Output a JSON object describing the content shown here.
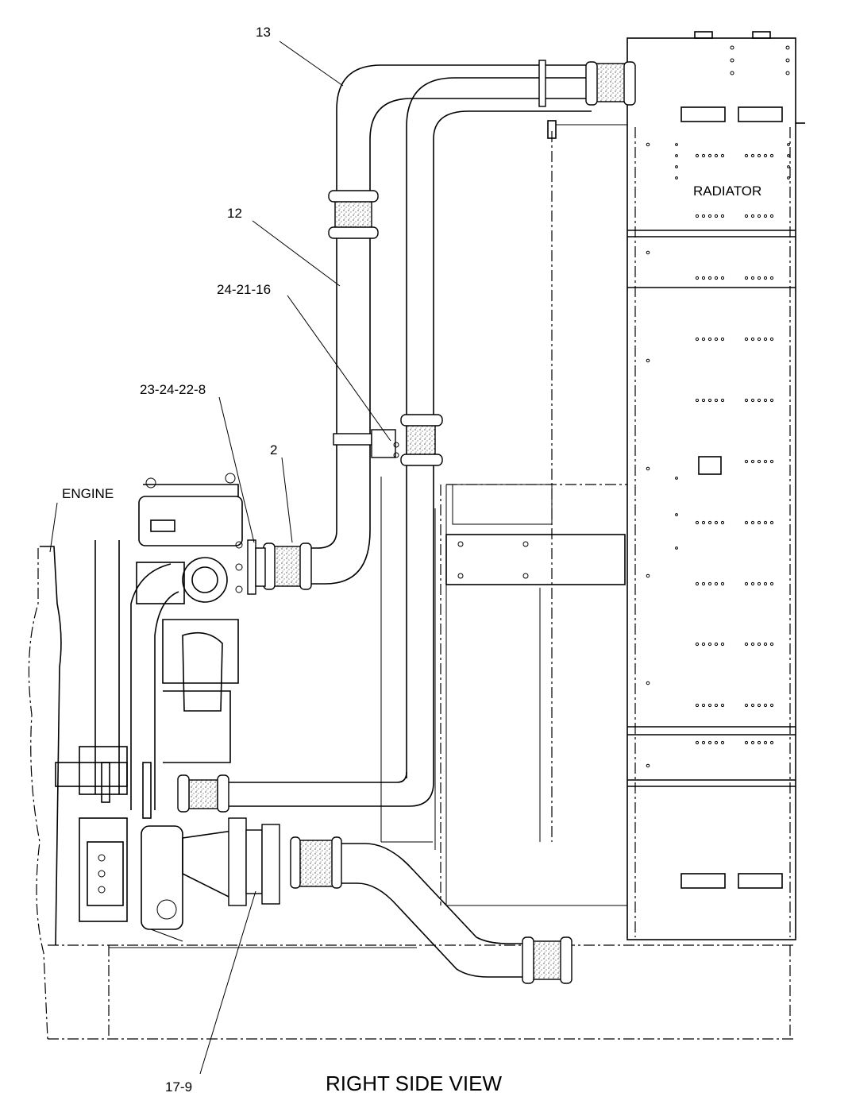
{
  "view_title": "RIGHT SIDE VIEW",
  "labels": {
    "radiator": "RADIATOR",
    "engine": "ENGINE"
  },
  "callouts": [
    {
      "id": "callout-13",
      "text": "13"
    },
    {
      "id": "callout-12",
      "text": "12"
    },
    {
      "id": "callout-24-21-16",
      "text": "24-21-16"
    },
    {
      "id": "callout-23-24-22-8",
      "text": "23-24-22-8"
    },
    {
      "id": "callout-2",
      "text": "2"
    },
    {
      "id": "callout-17-9",
      "text": "17-9"
    }
  ]
}
